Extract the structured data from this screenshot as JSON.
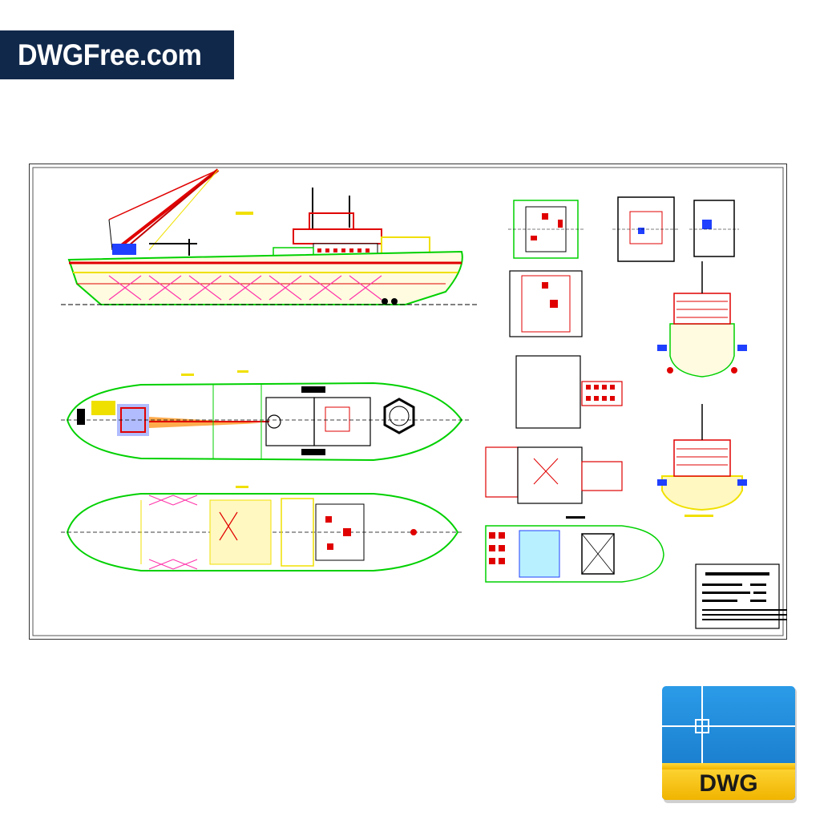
{
  "brand": {
    "text": "DWGFree.com",
    "background": "#10284a",
    "color": "#ffffff"
  },
  "drawing": {
    "icon": "ship-cad-drawing",
    "palette": {
      "hull": "#00d000",
      "structure": "#e00000",
      "deck": "#f0e000",
      "bracing": "#ff33aa",
      "detail": "#000000",
      "accent": "#2040ff"
    }
  },
  "file_badge": {
    "label": "DWG",
    "icon": "dwg-file-icon",
    "blue": "#1e88d8",
    "yellow": "#f6c400"
  }
}
